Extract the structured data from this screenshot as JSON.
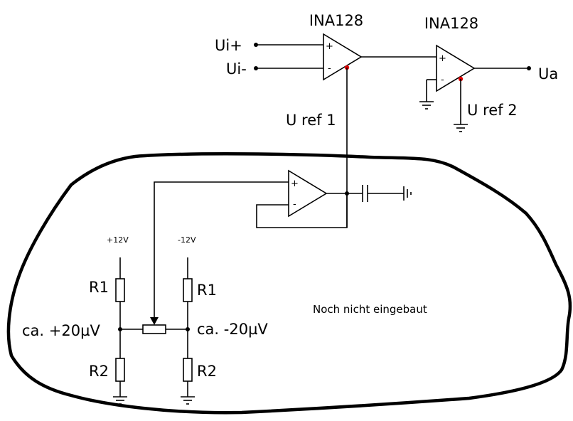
{
  "amplifiers": {
    "amp1_name": "INA128",
    "amp2_name": "INA128"
  },
  "inputs": {
    "pos": "Ui+",
    "neg": "Ui-"
  },
  "output": "Ua",
  "refs": {
    "ref1": "U ref 1",
    "ref2": "U ref 2"
  },
  "divider": {
    "supply_pos": "+12V",
    "supply_neg": "-12V",
    "r1_left": "R1",
    "r1_right": "R1",
    "r2_left": "R2",
    "r2_right": "R2",
    "node_left": "ca. +20µV",
    "node_right": "ca. -20µV"
  },
  "note": "Noch nicht eingebaut",
  "opamp_signs": {
    "plus": "+",
    "minus": "-"
  },
  "colors": {
    "ref_dot": "#e00000",
    "line": "#000000"
  }
}
